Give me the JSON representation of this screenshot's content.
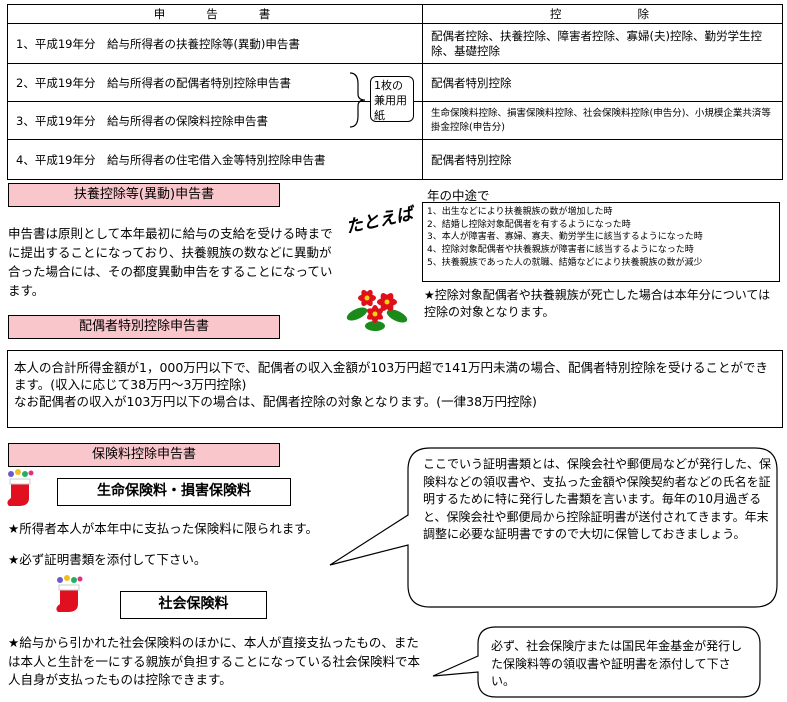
{
  "table": {
    "header_left": "申　　告　　書",
    "header_right": "控　　　　除",
    "rows": [
      {
        "left": "1、平成19年分　給与所得者の扶養控除等(異動)申告書",
        "right": "配偶者控除、扶養控除、障害者控除、寡婦(夫)控除、勤労学生控除、基礎控除"
      },
      {
        "left": "2、平成19年分　給与所得者の配偶者特別控除申告書",
        "right": "配偶者特別控除"
      },
      {
        "left": "3、平成19年分　給与所得者の保険料控除申告書",
        "right": "生命保険料控除、損害保険料控除、社会保険料控除(申告分)、小規模企業共済等掛金控除(申告分)"
      },
      {
        "left": "4、平成19年分　給与所得者の住宅借入金等特別控除申告書",
        "right": "配偶者特別控除"
      }
    ],
    "bracket_note": "1枚の兼用用紙"
  },
  "fuyou": {
    "title": "扶養控除等(異動)申告書",
    "body": "申告書は原則として本年最初に給与の支給を受ける時までに提出することになっており、扶養親族の数などに異動が合った場合には、その都度異動申告をすることになっています。",
    "example_label": "たとえば",
    "midyear_label": "年の中途で",
    "examples": [
      "1、出生などにより扶養親族の数が増加した時",
      "2、結婚し控除対象配偶者を有するようになった時",
      "3、本人が障害者、寡婦、寡夫、勤労学生に該当するようになった時",
      "4、控除対象配偶者や扶養親族が障害者に該当するようになった時",
      "5、扶養親族であった人の就職、結婚などにより扶養親族の数が減少"
    ],
    "note": "★控除対象配偶者や扶養親族が死亡した場合は本年分については控除の対象となります。"
  },
  "haigusha": {
    "title": "配偶者特別控除申告書",
    "body1": "本人の合計所得金額が1，000万円以下で、配偶者の収入金額が103万円超で141万円未満の場合、配偶者特別控除を受けることができます。(収入に応じて38万円～3万円控除)",
    "body2": "なお配偶者の収入が103万円以下の場合は、配偶者控除の対象となります。(一律38万円控除)"
  },
  "hoken": {
    "title": "保険料控除申告書",
    "life_title": "生命保険料・損害保険料",
    "life_note1": "★所得者本人が本年中に支払った保険料に限られます。",
    "life_note2": "★必ず証明書類を添付して下さい。",
    "callout1": "ここでいう証明書類とは、保険会社や郵便局などが発行した、保険料などの領収書や、支払った金額や保険契約者などの氏名を証明するために特に発行した書類を言います。毎年の10月過ぎると、保険会社や郵便局から控除証明書が送付されてきます。年末調整に必要な証明書ですので大切に保管しておきましょう。",
    "social_title": "社会保険料",
    "social_note": "★給与から引かれた社会保険料のほかに、本人が直接支払ったもの、または本人と生計を一にする親族が負担することになっている社会保険料で本人自身が支払ったものは控除できます。",
    "callout2": "必ず、社会保険庁または国民年金基金が発行した保険料等の領収書や証明書を添付して下さい。"
  }
}
